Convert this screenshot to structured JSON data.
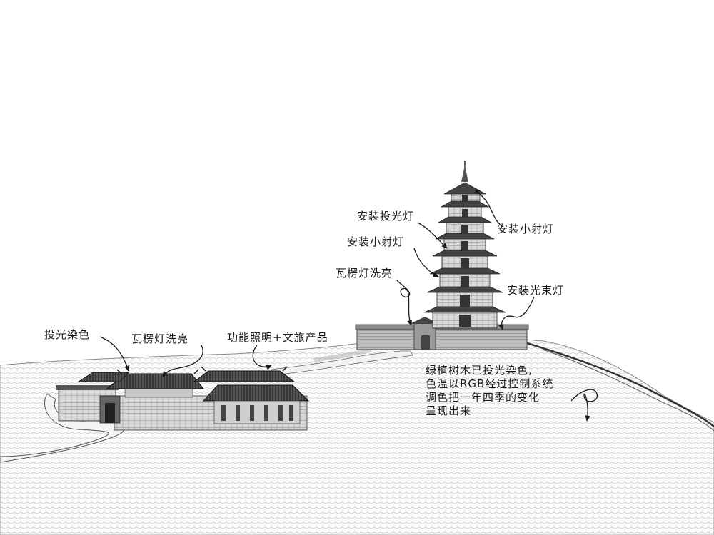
{
  "annotations": {
    "pagoda_wash_light": "安装投光灯",
    "pagoda_top_spot": "安装小射灯",
    "pagoda_mid_spot": "安装小射灯",
    "platform_eave": "瓦楞灯洗亮",
    "beam_light": "安装光束灯",
    "hall_wash_color": "投光染色",
    "hall_eave": "瓦楞灯洗亮",
    "path_lighting": "功能照明+文旅产品",
    "tree_note_line1": "绿植树木已投光染色,",
    "tree_note_line2": "色温以RGB经过控制系统",
    "tree_note_line3": "调色把一年四季的变化",
    "tree_note_line4": "呈现出来"
  },
  "colors": {
    "ink": "#1a1a1a",
    "hatch": "#8a8a8a",
    "paper": "#ffffff"
  }
}
